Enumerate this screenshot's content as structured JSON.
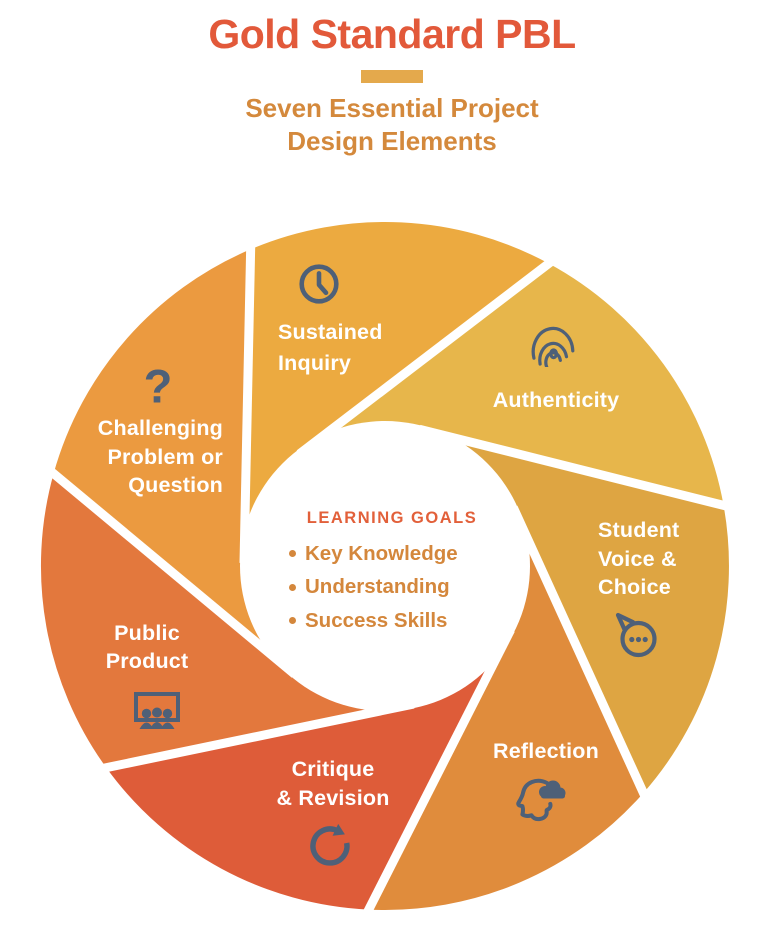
{
  "header": {
    "title": "Gold Standard PBL",
    "subtitle_line1": "Seven Essential Project",
    "subtitle_line2": "Design Elements"
  },
  "center": {
    "heading": "LEARNING GOALS",
    "items": [
      "Key Knowledge",
      "Understanding",
      "Success Skills"
    ]
  },
  "wheel": {
    "segments": [
      {
        "id": "sustained-inquiry",
        "label": "Sustained Inquiry",
        "lines": [
          "Sustained",
          "Inquiry"
        ],
        "icon": "clock-icon",
        "color": "#ECAA40"
      },
      {
        "id": "authenticity",
        "label": "Authenticity",
        "lines": [
          "Authenticity"
        ],
        "icon": "fingerprint-icon",
        "color": "#E7B64B"
      },
      {
        "id": "student-voice-choice",
        "label": "Student Voice & Choice",
        "lines": [
          "Student",
          "Voice &",
          "Choice"
        ],
        "icon": "speech-bubble-icon",
        "color": "#DEA542"
      },
      {
        "id": "reflection",
        "label": "Reflection",
        "lines": [
          "Reflection"
        ],
        "icon": "head-thought-cloud-icon",
        "color": "#E08C3C"
      },
      {
        "id": "critique-revision",
        "label": "Critique & Revision",
        "lines": [
          "Critique",
          "& Revision"
        ],
        "icon": "refresh-arrow-icon",
        "color": "#DE5C39"
      },
      {
        "id": "public-product",
        "label": "Public Product",
        "lines": [
          "Public",
          "Product"
        ],
        "icon": "presentation-audience-icon",
        "color": "#E3783D"
      },
      {
        "id": "challenging-problem-question",
        "label": "Challenging Problem or Question",
        "lines": [
          "Challenging",
          "Problem or",
          "Question"
        ],
        "icon": "question-mark-icon",
        "icon_glyph": "?",
        "color": "#EB9A40"
      }
    ]
  },
  "theme": {
    "background": "#FFFFFF",
    "title_color": "#E2593A",
    "bar_color": "#E4A94C",
    "subtitle_color": "#D4893C",
    "goals_heading_color": "#E2603A",
    "goals_text_color": "#D4873C",
    "label_color": "#FFFFFF",
    "icon_color": "#4E6078",
    "divider_color": "#FFFFFF"
  }
}
